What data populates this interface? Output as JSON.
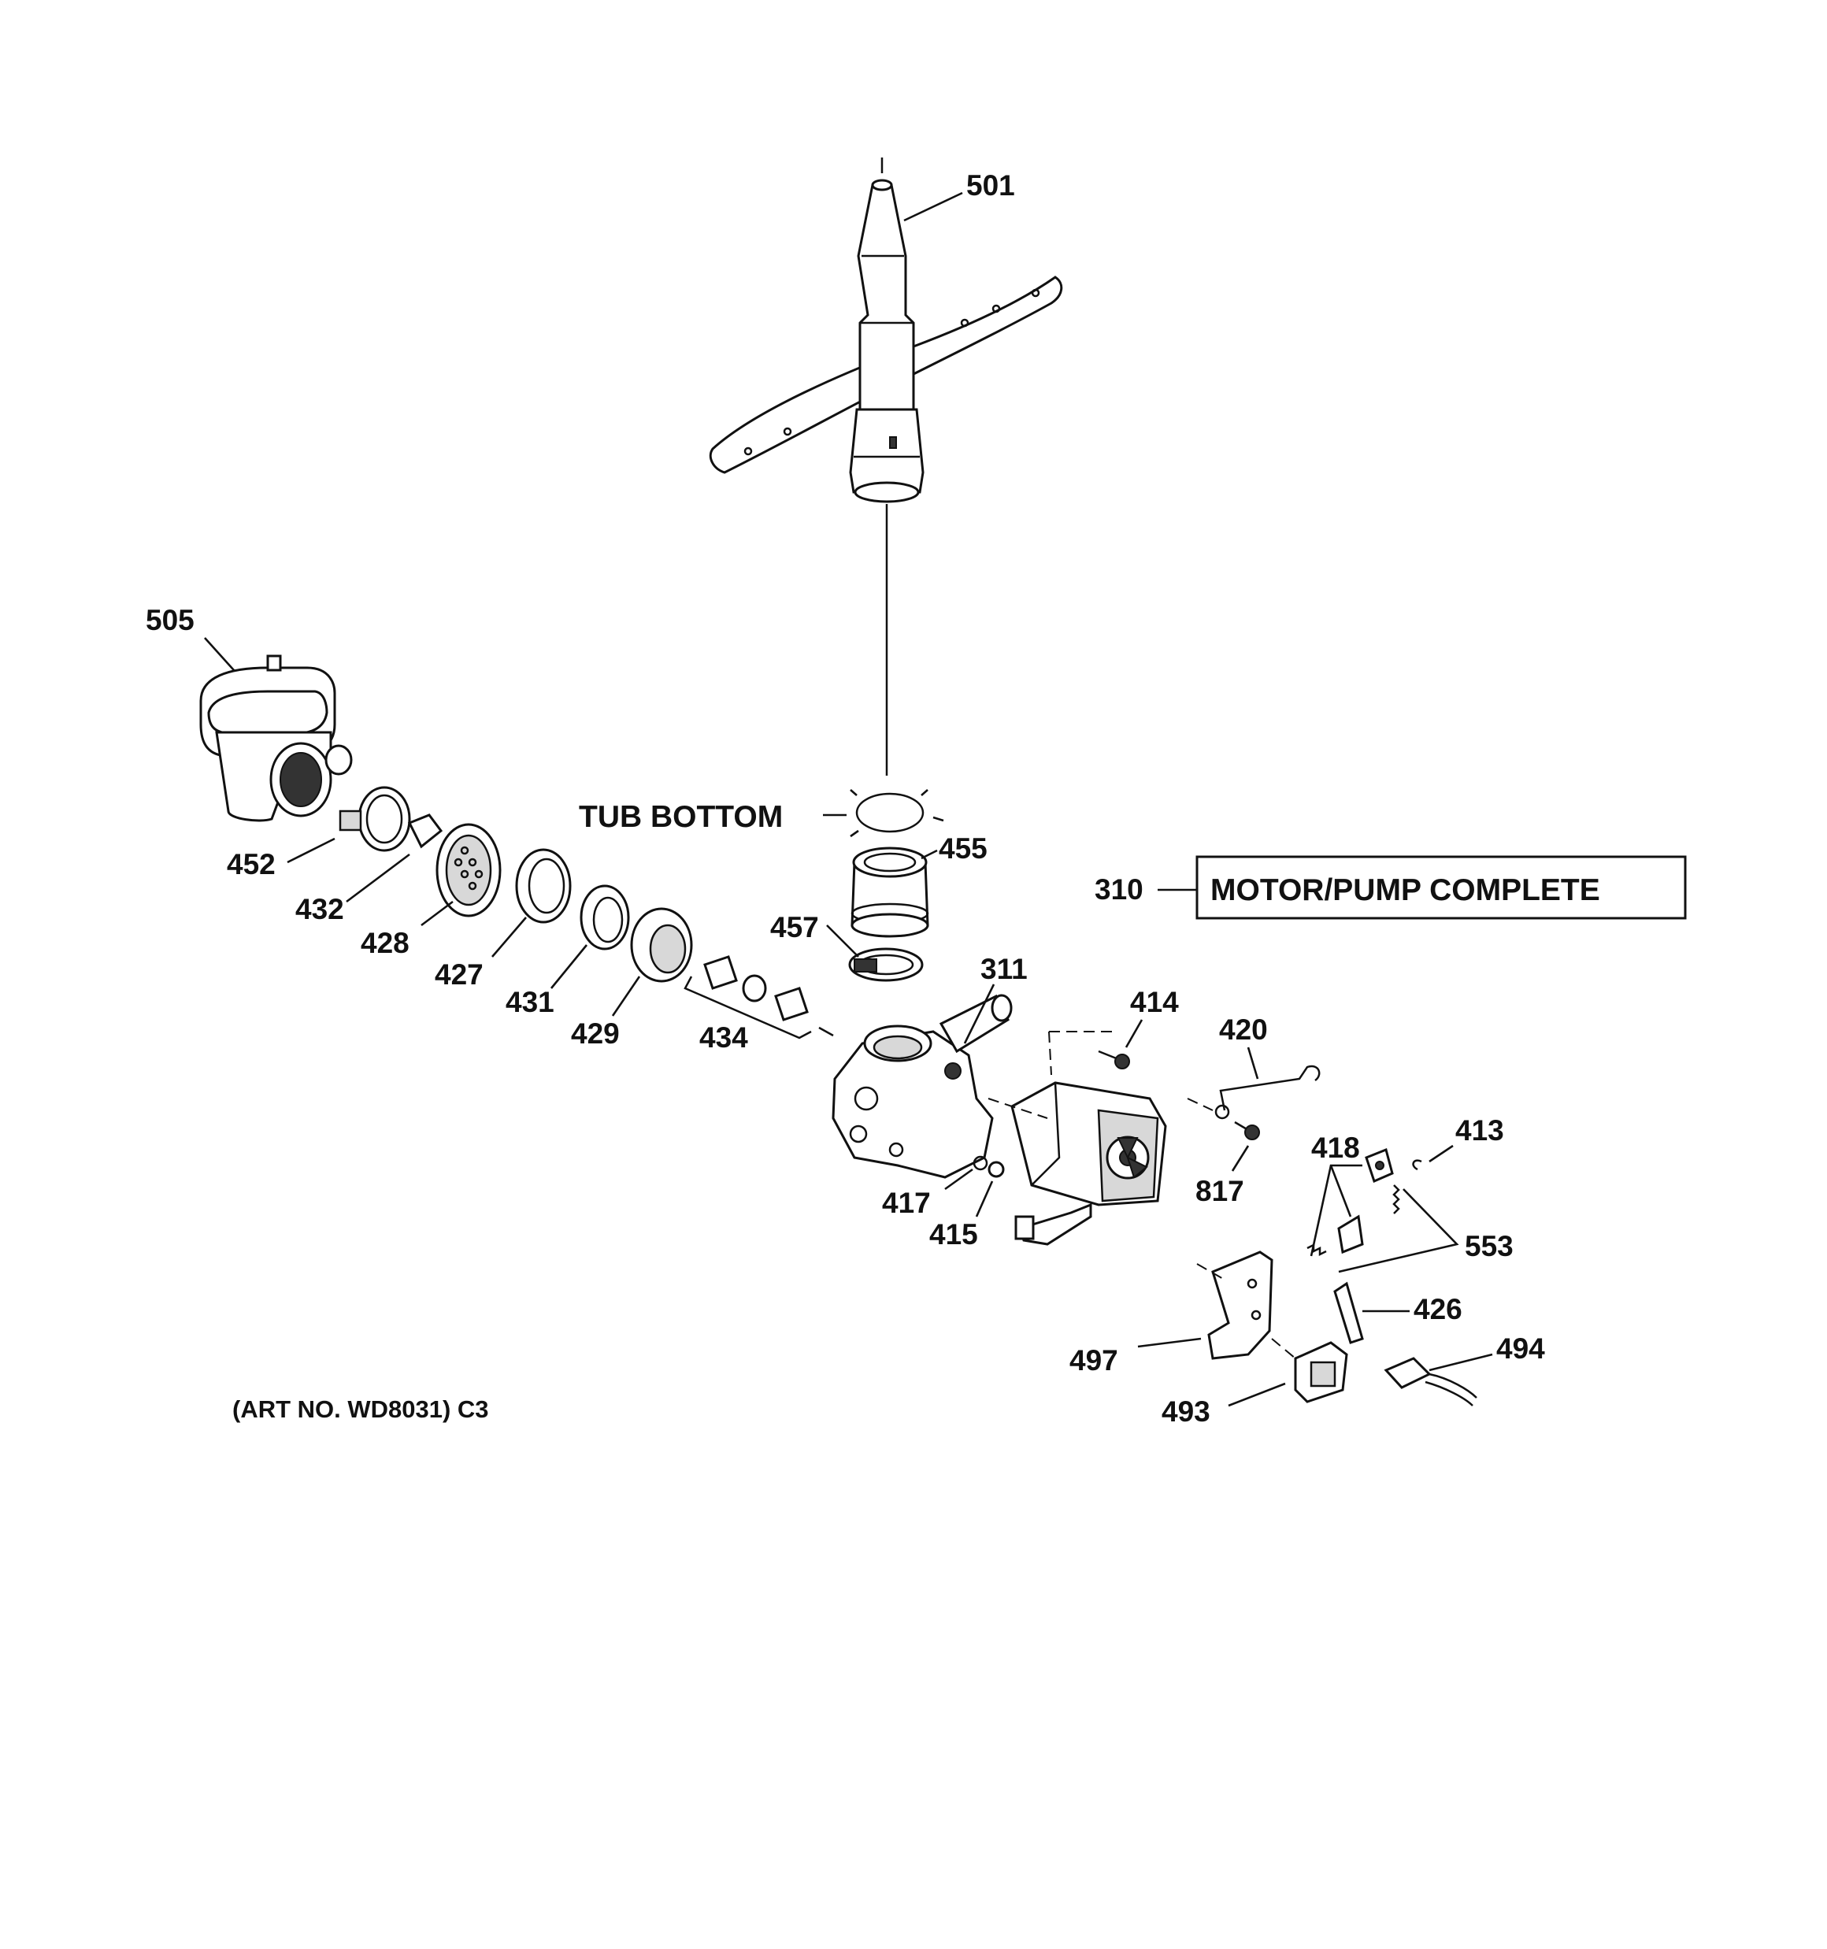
{
  "labels": {
    "p501": "501",
    "p505": "505",
    "p452": "452",
    "p432": "432",
    "p428": "428",
    "p427": "427",
    "p431": "431",
    "p429": "429",
    "p434": "434",
    "p455": "455",
    "p457": "457",
    "p311": "311",
    "p414": "414",
    "p420": "420",
    "p413": "413",
    "p418": "418",
    "p817": "817",
    "p417": "417",
    "p415": "415",
    "p553": "553",
    "p426": "426",
    "p497": "497",
    "p494": "494",
    "p493": "493",
    "p310": "310"
  },
  "tub_bottom": "TUB BOTTOM",
  "motor_pump_complete": "MOTOR/PUMP COMPLETE",
  "art_no": "(ART NO. WD8031) C3"
}
